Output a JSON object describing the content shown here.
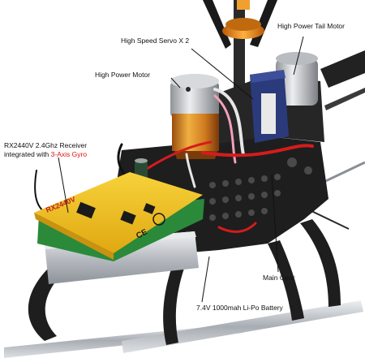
{
  "labels": {
    "servo": "High Speed Servo X 2",
    "tail_motor": "High Power Tail Motor",
    "main_motor": "High Power Motor",
    "receiver_line1": "RX2440V 2.4Ghz Receiver",
    "receiver_line2_prefix": "integrated with ",
    "receiver_line2_highlight": "3-Axis Gyro",
    "main_gear": "Main Gear",
    "battery": "7.4V 1000mah Li-Po Battery"
  },
  "board_text": {
    "model": "RX2440V",
    "ce": "CE"
  },
  "colors": {
    "frame": "#1e1e1e",
    "receiver_board": "#f2c21a",
    "highlight_text": "#e01010",
    "motor_copper": "#d9892b",
    "rotor_orange": "#f08a1a",
    "battery_silver": "#c9cdd2",
    "skid": "#b9bec4"
  }
}
